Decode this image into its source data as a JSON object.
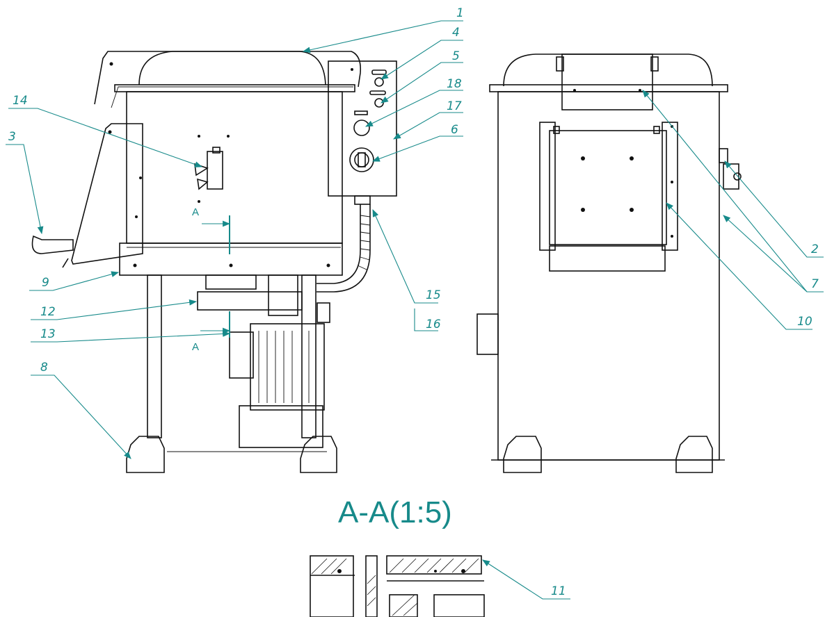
{
  "section_title": "A-A(1:5)",
  "cut_letter_top": "A",
  "cut_letter_bottom": "A",
  "callouts": {
    "c1": "1",
    "c2": "2",
    "c3": "3",
    "c4": "4",
    "c5": "5",
    "c6": "6",
    "c7": "7",
    "c8": "8",
    "c9": "9",
    "c10": "10",
    "c11": "11",
    "c12": "12",
    "c13": "13",
    "c14": "14",
    "c15": "15",
    "c16": "16",
    "c17": "17",
    "c18": "18"
  },
  "colors": {
    "annotation": "#178a8a",
    "linework": "#111111"
  }
}
